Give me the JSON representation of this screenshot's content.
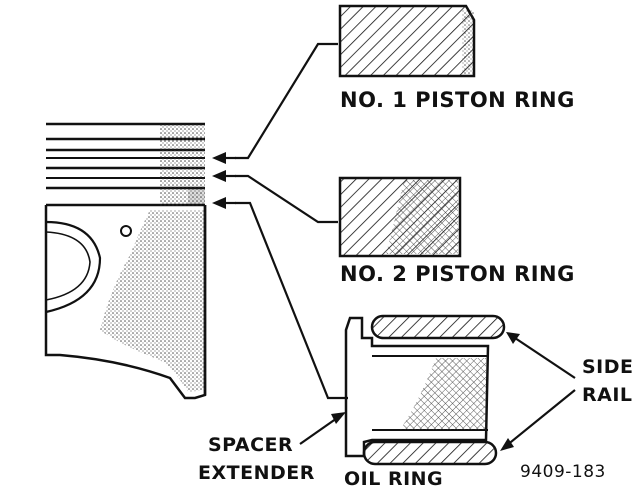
{
  "labels": {
    "ring1": "NO. 1 PISTON RING",
    "ring2": "NO. 2 PISTON RING",
    "side_rail_line1": "SIDE",
    "side_rail_line2": "RAIL",
    "spacer_line1": "SPACER",
    "spacer_line2": "EXTENDER",
    "oil_ring": "OIL RING",
    "figure_id": "9409-183"
  }
}
